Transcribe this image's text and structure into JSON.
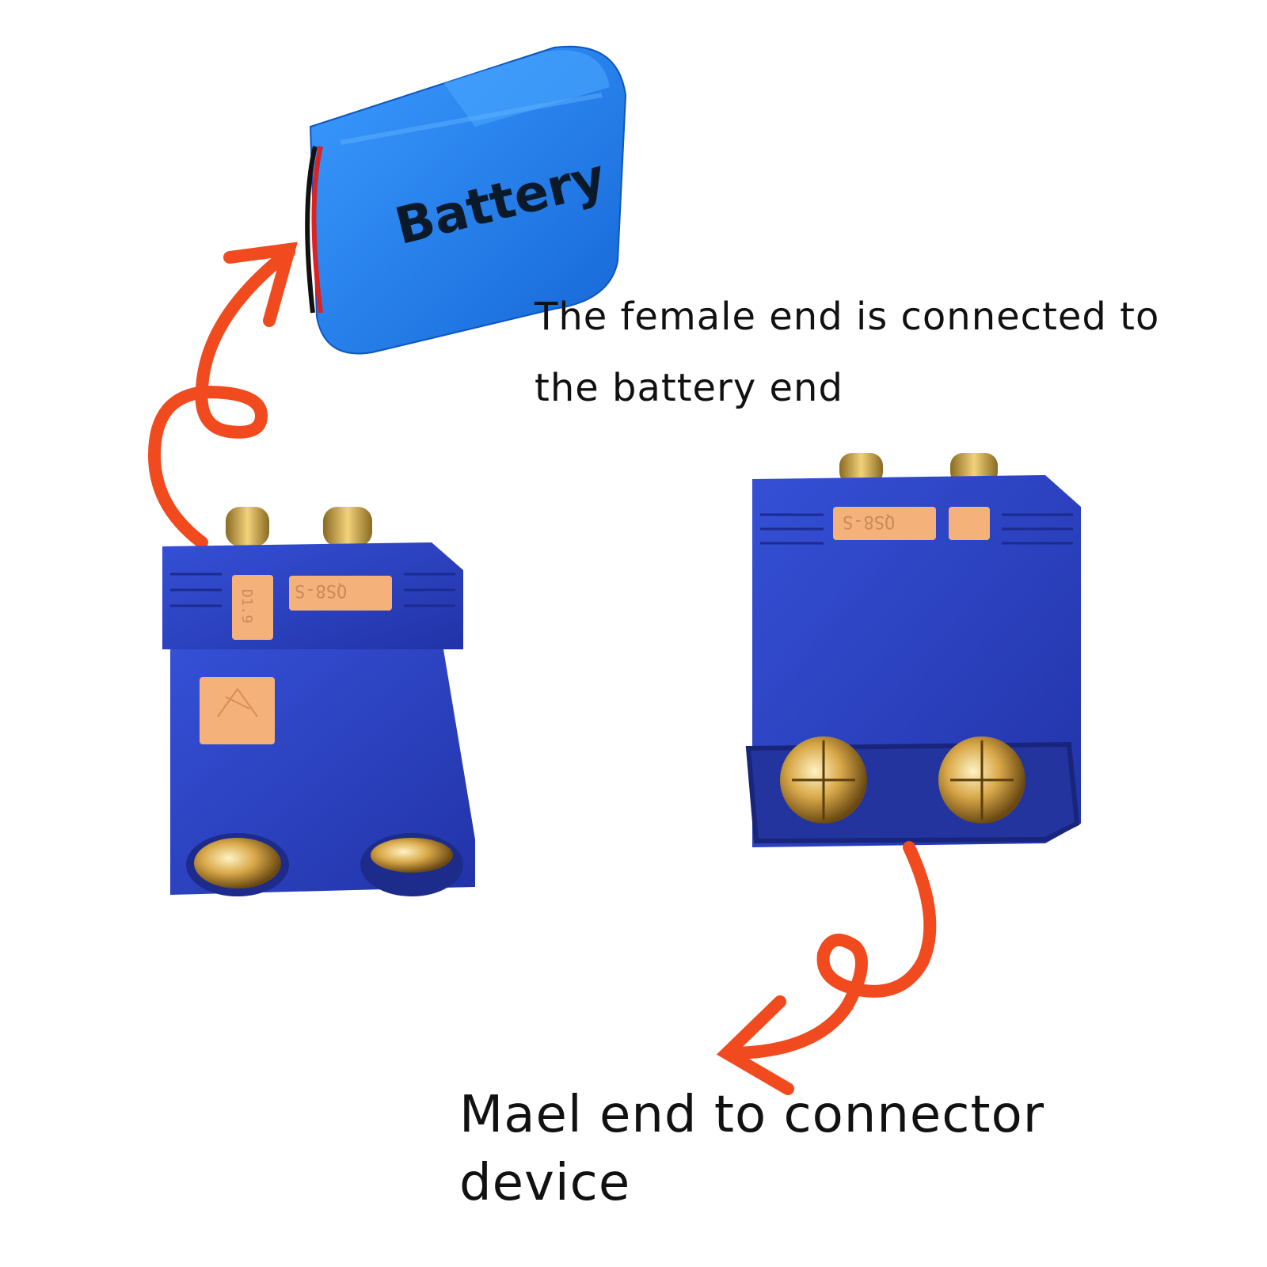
{
  "battery": {
    "label": "Battery",
    "color": "#1f7fe8"
  },
  "captions": {
    "female_line1": "The female end is connected to",
    "female_line2": "the battery end",
    "male_line1": "Mael end to connector",
    "male_line2": "device"
  },
  "connectors": {
    "female": {
      "marking_top": "QS8-S",
      "marking_side": "D1.9"
    },
    "male": {
      "marking_top": "QS8-S"
    }
  },
  "colors": {
    "connector_blue": "#2a3fc0",
    "label_chip": "#f4b27a",
    "arrow": "#f04a1e",
    "gold": "#d9a94a"
  }
}
